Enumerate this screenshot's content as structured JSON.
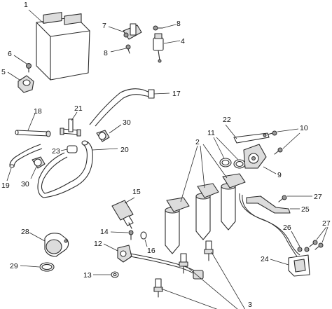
{
  "diagram": {
    "callouts": [
      {
        "id": "c1",
        "text": "1"
      },
      {
        "id": "c2",
        "text": "2"
      },
      {
        "id": "c3",
        "text": "3"
      },
      {
        "id": "c4",
        "text": "4"
      },
      {
        "id": "c5",
        "text": "5"
      },
      {
        "id": "c6",
        "text": "6"
      },
      {
        "id": "c7",
        "text": "7"
      },
      {
        "id": "c8a",
        "text": "8"
      },
      {
        "id": "c8b",
        "text": "8"
      },
      {
        "id": "c9",
        "text": "9"
      },
      {
        "id": "c10",
        "text": "10"
      },
      {
        "id": "c11",
        "text": "11"
      },
      {
        "id": "c12",
        "text": "12"
      },
      {
        "id": "c13",
        "text": "13"
      },
      {
        "id": "c14",
        "text": "14"
      },
      {
        "id": "c15",
        "text": "15"
      },
      {
        "id": "c16",
        "text": "16"
      },
      {
        "id": "c17",
        "text": "17"
      },
      {
        "id": "c18",
        "text": "18"
      },
      {
        "id": "c19",
        "text": "19"
      },
      {
        "id": "c20",
        "text": "20"
      },
      {
        "id": "c21",
        "text": "21"
      },
      {
        "id": "c22",
        "text": "22"
      },
      {
        "id": "c23",
        "text": "23"
      },
      {
        "id": "c24",
        "text": "24"
      },
      {
        "id": "c25",
        "text": "25"
      },
      {
        "id": "c26",
        "text": "26"
      },
      {
        "id": "c27a",
        "text": "27"
      },
      {
        "id": "c27b",
        "text": "27"
      },
      {
        "id": "c28",
        "text": "28"
      },
      {
        "id": "c29",
        "text": "29"
      },
      {
        "id": "c30a",
        "text": "30"
      },
      {
        "id": "c30b",
        "text": "30"
      }
    ]
  }
}
